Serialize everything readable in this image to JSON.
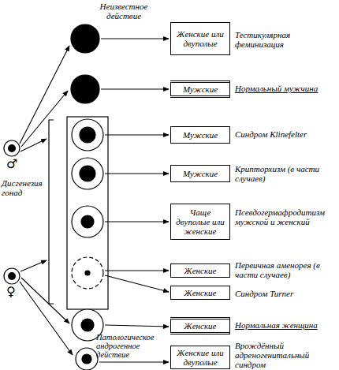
{
  "diagram": {
    "nodes": [
      {
        "text": [
          "Женские или двуполые"
        ]
      },
      {
        "text": [
          "Мужские"
        ]
      },
      {
        "text": [
          "Мужские"
        ]
      },
      {
        "text": [
          "Мужские"
        ]
      },
      {
        "text": [
          "Чаще двуполые или женские"
        ]
      },
      {
        "text": [
          "Женские"
        ]
      },
      {
        "text": [
          "Женские"
        ]
      },
      {
        "text": [
          "Женские"
        ]
      },
      {
        "text": [
          "Женские или двуполые"
        ]
      }
    ],
    "labels": [
      "Неизвестное действие",
      "Тестикулярная феминизация",
      "Нормальный мужчина",
      "Синдром Klinefelter",
      "Крипторхизм (в части случаев)",
      "Дисгенезия гонад",
      "Псевдогермафродитизм мужской и женский",
      "Первичная аменорея (в части случаев)",
      "Синдром Turner",
      "Нормальная женщина",
      "Патологическое андрогенное действие",
      "Врождённый адреногенитальный синдром",
      "♂",
      "♀"
    ]
  }
}
